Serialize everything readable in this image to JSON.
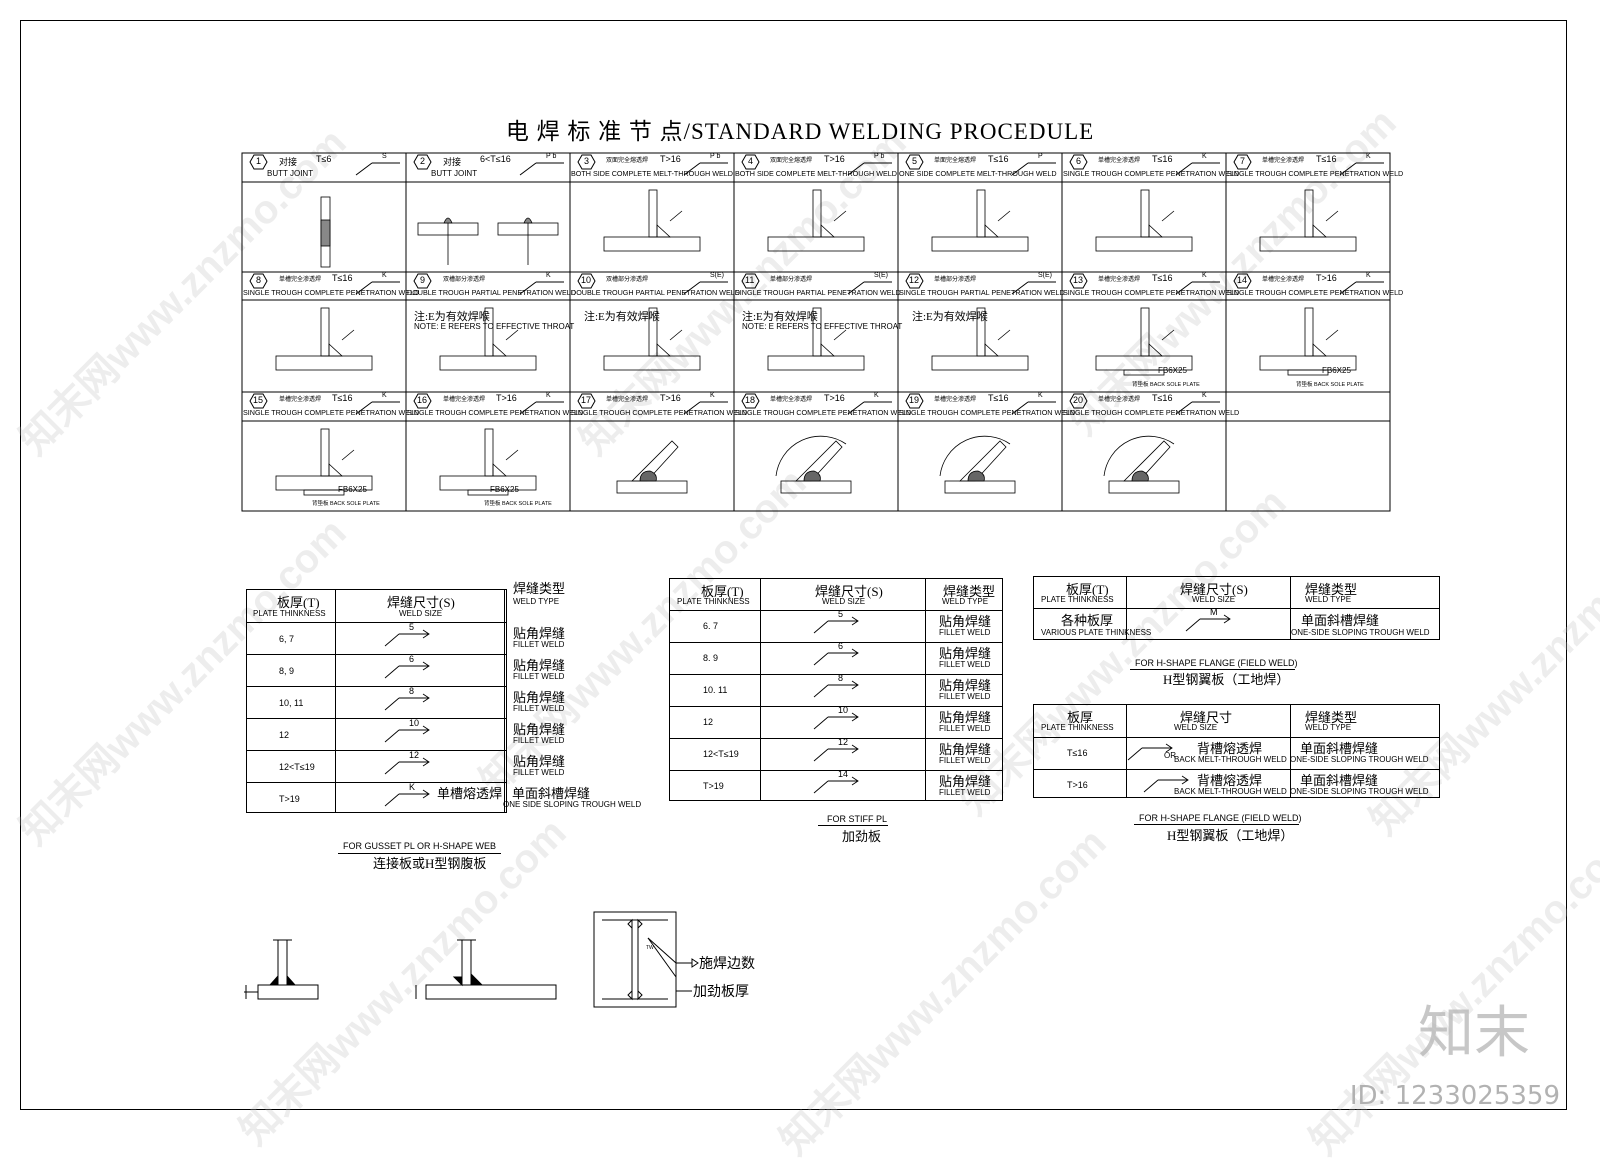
{
  "title": "电 焊 标 准 节 点/STANDARD WELDING PROCEDULE",
  "grid": {
    "row1": [
      {
        "num": "1",
        "cn": "对接",
        "cond": "T≤6",
        "en": "BUTT JOINT",
        "sym": "S"
      },
      {
        "num": "2",
        "cn": "对接",
        "cond": "6<T≤16",
        "en": "BUTT JOINT",
        "sym": "P b"
      },
      {
        "num": "3",
        "cn": "双面完全熔透焊",
        "cond": "T>16",
        "en": "BOTH SIDE COMPLETE MELT-THROUGH WELD",
        "sym": "P b"
      },
      {
        "num": "4",
        "cn": "双面完全熔透焊",
        "cond": "T>16",
        "en": "BOTH SIDE COMPLETE MELT-THROUGH WELD",
        "sym": "P b"
      },
      {
        "num": "5",
        "cn": "单面完全熔透焊",
        "cond": "T≤16",
        "en": "ONE SIDE COMPLETE MELT-THROUGH WELD",
        "sym": "P"
      },
      {
        "num": "6",
        "cn": "单槽完全渗透焊",
        "cond": "T≤16",
        "en": "SINGLE TROUGH COMPLETE PENETRATION WELD",
        "sym": "K"
      },
      {
        "num": "7",
        "cn": "单槽完全渗透焊",
        "cond": "T≤16",
        "en": "SINGLE TROUGH COMPLETE PENETRATION WELD",
        "sym": "K"
      }
    ],
    "row2": [
      {
        "num": "8",
        "cn": "单槽完全渗透焊",
        "cond": "T≤16",
        "en": "SINGLE TROUGH COMPLETE PENETRATION WELD",
        "sym": "K"
      },
      {
        "num": "9",
        "cn": "双槽部分渗透焊",
        "cond": "",
        "en": "DOUBLE TROUGH PARTIAL PENETRATION WELD",
        "sym": "K"
      },
      {
        "num": "10",
        "cn": "双槽部分渗透焊",
        "cond": "",
        "en": "DOUBLE TROUGH PARTIAL PENETRATION WELD",
        "sym": "S(E)"
      },
      {
        "num": "11",
        "cn": "单槽部分渗透焊",
        "cond": "",
        "en": "SINGLE TROUGH PARTIAL PENETRATION WELD",
        "sym": "S(E)"
      },
      {
        "num": "12",
        "cn": "单槽部分渗透焊",
        "cond": "",
        "en": "SINGLE TROUGH PARTIAL PENETRATION WELD",
        "sym": "S(E)"
      },
      {
        "num": "13",
        "cn": "单槽完全渗透焊",
        "cond": "T≤16",
        "en": "SINGLE TROUGH COMPLETE PENETRATION WELD",
        "sym": "K"
      },
      {
        "num": "14",
        "cn": "单槽完全渗透焊",
        "cond": "T>16",
        "en": "SINGLE TROUGH COMPLETE PENETRATION WELD",
        "sym": "K"
      }
    ],
    "row3": [
      {
        "num": "15",
        "cn": "单槽完全渗透焊",
        "cond": "T≤16",
        "en": "SINGLE TROUGH COMPLETE PENETRATION WELD",
        "sym": "K"
      },
      {
        "num": "16",
        "cn": "单槽完全渗透焊",
        "cond": "T>16",
        "en": "SINGLE TROUGH COMPLETE PENETRATION WELD",
        "sym": "K"
      },
      {
        "num": "17",
        "cn": "单槽完全渗透焊",
        "cond": "T>16",
        "en": "SINGLE TROUGH COMPLETE PENETRATION WELD",
        "sym": "K"
      },
      {
        "num": "18",
        "cn": "单槽完全渗透焊",
        "cond": "T>16",
        "en": "SINGLE TROUGH COMPLETE PENETRATION WELD",
        "sym": "K"
      },
      {
        "num": "19",
        "cn": "单槽完全渗透焊",
        "cond": "T≤16",
        "en": "SINGLE TROUGH COMPLETE PENETRATION WELD",
        "sym": "K"
      },
      {
        "num": "20",
        "cn": "单槽完全渗透焊",
        "cond": "T≤16",
        "en": "SINGLE TROUGH COMPLETE PENETRATION WELD",
        "sym": "K"
      }
    ],
    "note_cn": "注:E为有效焊喉",
    "note_en": "NOTE: E REFERS TO EFFECTIVE THROAT",
    "fb_label": "FB6X25",
    "back_plate": "背垫板 BACK SOLE PLATE"
  },
  "table_common": {
    "h_plate_cn": "板厚(T)",
    "h_plate_en": "PLATE THINKNESS",
    "h_size_cn": "焊缝尺寸(S)",
    "h_size_en": "WELD SIZE",
    "h_type_cn": "焊缝类型",
    "h_type_en": "WELD TYPE",
    "fillet_cn": "贴角焊缝",
    "fillet_en": "FILLET WELD"
  },
  "table1": {
    "rows": [
      {
        "t": "6, 7",
        "s": "5"
      },
      {
        "t": "8, 9",
        "s": "6"
      },
      {
        "t": "10, 11",
        "s": "8"
      },
      {
        "t": "12",
        "s": "10"
      },
      {
        "t": "12<T≤19",
        "s": "12"
      },
      {
        "t": "T>19",
        "s": "K"
      }
    ],
    "last_mid": "单槽熔透焊",
    "last_type_cn": "单面斜槽焊缝",
    "last_type_en": "ONE SIDE SLOPING TROUGH WELD",
    "caption_en": "FOR GUSSET PL OR H-SHAPE WEB",
    "caption_cn": "连接板或H型钢腹板"
  },
  "table2": {
    "rows": [
      {
        "t": "6. 7",
        "s": "5"
      },
      {
        "t": "8. 9",
        "s": "6"
      },
      {
        "t": "10. 11",
        "s": "8"
      },
      {
        "t": "12",
        "s": "10"
      },
      {
        "t": "12<T≤19",
        "s": "12"
      },
      {
        "t": "T>19",
        "s": "14"
      }
    ],
    "caption_en": "FOR STIFF PL",
    "caption_cn": "加劲板"
  },
  "table3": {
    "row_t_cn": "各种板厚",
    "row_t_en": "VARIOUS PLATE THINKNESS",
    "row_s": "M",
    "row_type_cn": "单面斜槽焊缝",
    "row_type_en": "ONE-SIDE SLOPING TROUGH WELD",
    "caption_en": "FOR H-SHAPE FLANGE (FIELD WELD)",
    "caption_cn": "H型钢翼板（工地焊）"
  },
  "table4": {
    "h_plate_cn": "板厚",
    "rows": [
      {
        "t": "T≤16",
        "s_cn": "背槽熔透焊",
        "s_en": "BACK MELT-THROUGH WELD",
        "or": "OR"
      },
      {
        "t": "T>16",
        "s_cn": "背槽熔透焊",
        "s_en": "BACK MELT-THROUGH WELD",
        "or": ""
      }
    ],
    "type_cn": "单面斜槽焊缝",
    "type_en": "ONE-SIDE SLOPING TROUGH WELD",
    "caption_en": "FOR H-SHAPE FLANGE (FIELD WELD)",
    "caption_cn": "H型钢翼板（工地焊）"
  },
  "legend": {
    "label1": "施焊边数",
    "label2": "加劲板厚",
    "tw": "TW"
  },
  "watermark": "知末网www.znzmo.com",
  "brand": "知末",
  "id_label": "ID: 1233025359"
}
